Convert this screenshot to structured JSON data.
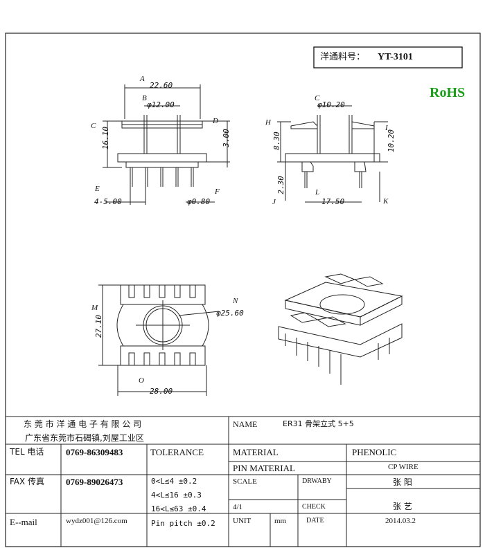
{
  "part": {
    "label": "洋通料号：",
    "number": "YT-3101"
  },
  "rohs": "RoHS",
  "rohs_color": "#1a9e1a",
  "front_view": {
    "dim_a": "22.60",
    "dim_b": "φ12.00",
    "dim_c_h": "16.10",
    "dim_d_h": "3.00",
    "dim_e": "4-5.00",
    "dim_f": "φ0.80",
    "mark_a": "A",
    "mark_b": "B",
    "mark_c": "C",
    "mark_d": "D",
    "mark_e": "E",
    "mark_f": "F"
  },
  "side_view": {
    "dim_c": "φ10.20",
    "dim_h": "8.30",
    "dim_i": "10.20",
    "dim_j": "2.30",
    "dim_l": "17.50",
    "mark_c": "C",
    "mark_h": "H",
    "mark_i": "I",
    "mark_j": "J",
    "mark_l": "L",
    "mark_k": "K"
  },
  "top_view": {
    "dim_m": "27.10",
    "dim_n": "φ25.60",
    "dim_o": "28.00",
    "mark_m": "M",
    "mark_n": "N",
    "mark_o": "O"
  },
  "title_block": {
    "company": "东 莞 市 洋 通 电 子 有 限 公 司",
    "address": "广东省东莞市石碣镇,刘屋工业区",
    "name_label": "NAME",
    "name_value": "ER31 骨架立式 5+5",
    "tel_label": "TEL 电话",
    "tel_value": "0769-86309483",
    "tolerance_label": "TOLERANCE",
    "material_label": "MATERIAL",
    "material_value": "PHENOLIC",
    "pin_material_label": "PIN MATERIAL",
    "pin_material_value": "CP WIRE",
    "fax_label": "FAX 传真",
    "fax_value": "0769-89026473",
    "tol_1": "0<L≤4   ±0.2",
    "tol_2": "4<L≤16  ±0.3",
    "tol_3": "16<L≤63  ±0.4",
    "tol_4": "Pin pitch ±0.2",
    "scale_label": "SCALE",
    "scale_value": "4/1",
    "drawby_label": "DRWABY",
    "drawby_value": "张 阳",
    "check_label": "CHECK",
    "check_value": "张 艺",
    "email_label": "E--mail",
    "email_value": "wydz001@126.com",
    "unit_label": "UNIT",
    "unit_value": "mm",
    "date_label": "DATE",
    "date_value": "2014.03.2"
  }
}
